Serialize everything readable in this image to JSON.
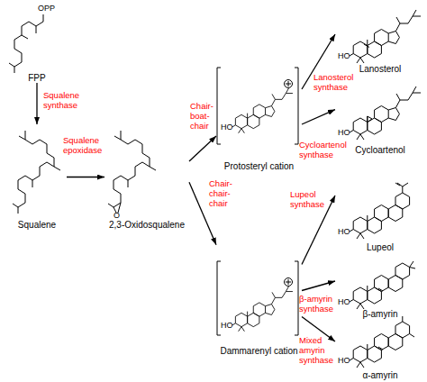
{
  "diagram": {
    "nodes": [
      {
        "text": [
          "FPP"
        ]
      },
      {
        "text": [
          "Squalene"
        ]
      },
      {
        "text": [
          "2,3-Oxidosqualene"
        ]
      },
      {
        "text": [
          "Protosteryl cation"
        ]
      },
      {
        "text": [
          "Dammarenyl cation"
        ]
      },
      {
        "text": [
          "Lanosterol"
        ]
      },
      {
        "text": [
          "Cycloartenol"
        ]
      },
      {
        "text": [
          "Lupeol"
        ]
      },
      {
        "text": [
          "β-amyrin"
        ]
      },
      {
        "text": [
          "α-amyrin"
        ]
      }
    ],
    "edges": [
      {
        "from": 0,
        "to": 1,
        "arrow": "to",
        "label": "Squalene synthase"
      },
      {
        "from": 1,
        "to": 2,
        "arrow": "to",
        "label": "Squalene epoxidase"
      },
      {
        "from": 2,
        "to": 3,
        "arrow": "to",
        "label": "Chair-boat-chair"
      },
      {
        "from": 2,
        "to": 4,
        "arrow": "to",
        "label": "Chair-chair-chair"
      },
      {
        "from": 3,
        "to": 5,
        "arrow": "to",
        "label": "Lanosterol synthase"
      },
      {
        "from": 3,
        "to": 6,
        "arrow": "to",
        "label": "Cycloartenol synthase"
      },
      {
        "from": 4,
        "to": 7,
        "arrow": "to",
        "label": "Lupeol synthase"
      },
      {
        "from": 4,
        "to": 8,
        "arrow": "to",
        "label": "β-amyrin synthase"
      },
      {
        "from": 4,
        "to": 9,
        "arrow": "to",
        "label": "Mixed amyrin synthase"
      }
    ],
    "labels": [
      "OPP",
      "O",
      "HO",
      "HO",
      "HO",
      "HO",
      "HO",
      "HO",
      "HO"
    ]
  }
}
